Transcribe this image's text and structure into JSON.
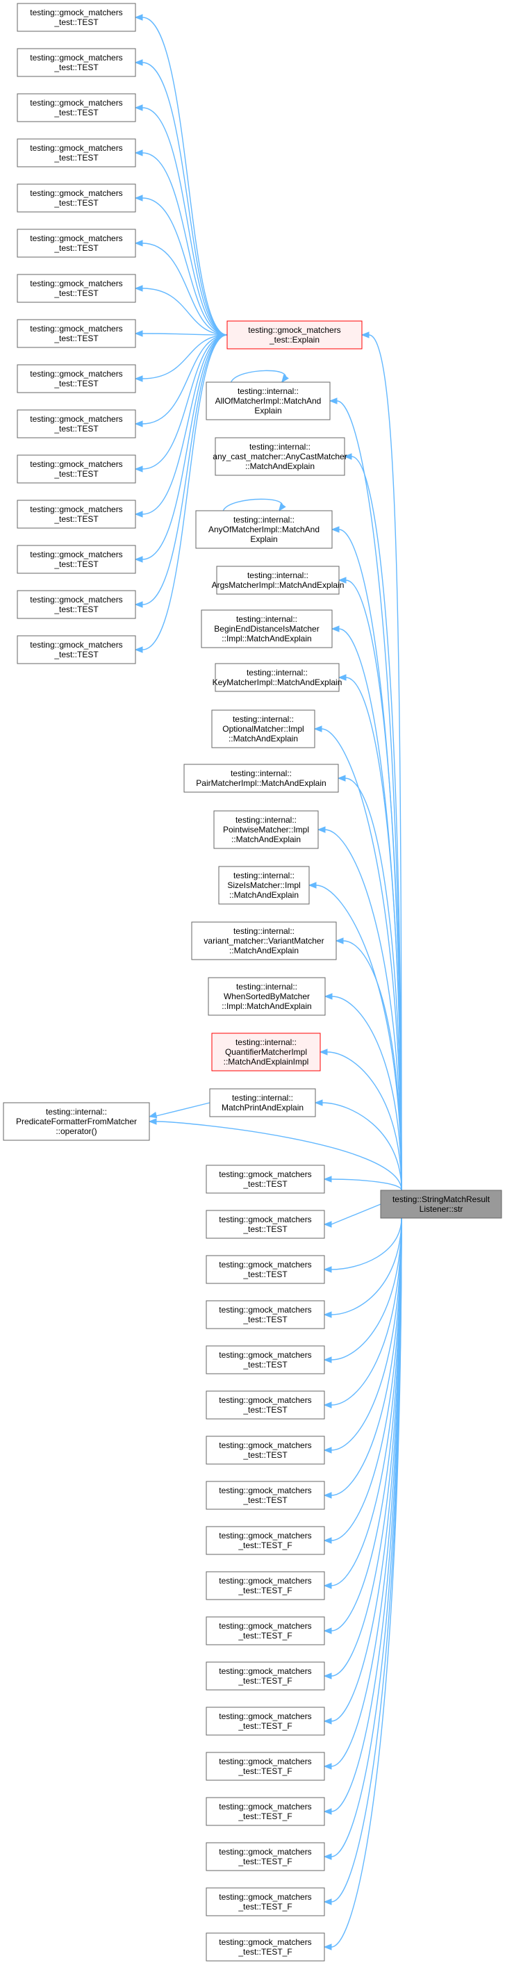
{
  "colors": {
    "edge": "#63b8ff",
    "node_border": "#666666",
    "highlight_border": "#ff0000",
    "highlight_fill": "#fff0f0",
    "target_fill": "#999999"
  },
  "nodes": [
    {
      "id": "t01",
      "lines": [
        "testing::gmock_matchers",
        "_test::TEST"
      ]
    },
    {
      "id": "t02",
      "lines": [
        "testing::gmock_matchers",
        "_test::TEST"
      ]
    },
    {
      "id": "t03",
      "lines": [
        "testing::gmock_matchers",
        "_test::TEST"
      ]
    },
    {
      "id": "t04",
      "lines": [
        "testing::gmock_matchers",
        "_test::TEST"
      ]
    },
    {
      "id": "t05",
      "lines": [
        "testing::gmock_matchers",
        "_test::TEST"
      ]
    },
    {
      "id": "t06",
      "lines": [
        "testing::gmock_matchers",
        "_test::TEST"
      ]
    },
    {
      "id": "t07",
      "lines": [
        "testing::gmock_matchers",
        "_test::TEST"
      ]
    },
    {
      "id": "t08",
      "lines": [
        "testing::gmock_matchers",
        "_test::TEST"
      ]
    },
    {
      "id": "t09",
      "lines": [
        "testing::gmock_matchers",
        "_test::TEST"
      ]
    },
    {
      "id": "t10",
      "lines": [
        "testing::gmock_matchers",
        "_test::TEST"
      ]
    },
    {
      "id": "t11",
      "lines": [
        "testing::gmock_matchers",
        "_test::TEST"
      ]
    },
    {
      "id": "t12",
      "lines": [
        "testing::gmock_matchers",
        "_test::TEST"
      ]
    },
    {
      "id": "t13",
      "lines": [
        "testing::gmock_matchers",
        "_test::TEST"
      ]
    },
    {
      "id": "t14",
      "lines": [
        "testing::gmock_matchers",
        "_test::TEST"
      ]
    },
    {
      "id": "t15",
      "lines": [
        "testing::gmock_matchers",
        "_test::TEST"
      ]
    },
    {
      "id": "explain",
      "lines": [
        "testing::gmock_matchers",
        "_test::Explain"
      ],
      "style": "highlight"
    },
    {
      "id": "allof",
      "lines": [
        "testing::internal::",
        "AllOfMatcherImpl::MatchAnd",
        "Explain"
      ]
    },
    {
      "id": "anycast",
      "lines": [
        "testing::internal::",
        "any_cast_matcher::AnyCastMatcher",
        "::MatchAndExplain"
      ]
    },
    {
      "id": "anyof",
      "lines": [
        "testing::internal::",
        "AnyOfMatcherImpl::MatchAnd",
        "Explain"
      ]
    },
    {
      "id": "args",
      "lines": [
        "testing::internal::",
        "ArgsMatcherImpl::MatchAndExplain"
      ]
    },
    {
      "id": "beginend",
      "lines": [
        "testing::internal::",
        "BeginEndDistanceIsMatcher",
        "::Impl::MatchAndExplain"
      ]
    },
    {
      "id": "key",
      "lines": [
        "testing::internal::",
        "KeyMatcherImpl::MatchAndExplain"
      ]
    },
    {
      "id": "optional",
      "lines": [
        "testing::internal::",
        "OptionalMatcher::Impl",
        "::MatchAndExplain"
      ]
    },
    {
      "id": "pair",
      "lines": [
        "testing::internal::",
        "PairMatcherImpl::MatchAndExplain"
      ]
    },
    {
      "id": "pointwise",
      "lines": [
        "testing::internal::",
        "PointwiseMatcher::Impl",
        "::MatchAndExplain"
      ]
    },
    {
      "id": "sizeis",
      "lines": [
        "testing::internal::",
        "SizeIsMatcher::Impl",
        "::MatchAndExplain"
      ]
    },
    {
      "id": "variant",
      "lines": [
        "testing::internal::",
        "variant_matcher::VariantMatcher",
        "::MatchAndExplain"
      ]
    },
    {
      "id": "whensorted",
      "lines": [
        "testing::internal::",
        "WhenSortedByMatcher",
        "::Impl::MatchAndExplain"
      ]
    },
    {
      "id": "quantifier",
      "lines": [
        "testing::internal::",
        "QuantifierMatcherImpl",
        "::MatchAndExplainImpl"
      ],
      "style": "highlight"
    },
    {
      "id": "matchprint",
      "lines": [
        "testing::internal::",
        "MatchPrintAndExplain"
      ]
    },
    {
      "id": "predicate",
      "lines": [
        "testing::internal::",
        "PredicateFormatterFromMatcher",
        "::operator()"
      ]
    },
    {
      "id": "target",
      "lines": [
        "testing::StringMatchResult",
        "Listener::str"
      ],
      "style": "target"
    },
    {
      "id": "b01",
      "lines": [
        "testing::gmock_matchers",
        "_test::TEST"
      ]
    },
    {
      "id": "b02",
      "lines": [
        "testing::gmock_matchers",
        "_test::TEST"
      ]
    },
    {
      "id": "b03",
      "lines": [
        "testing::gmock_matchers",
        "_test::TEST"
      ]
    },
    {
      "id": "b04",
      "lines": [
        "testing::gmock_matchers",
        "_test::TEST"
      ]
    },
    {
      "id": "b05",
      "lines": [
        "testing::gmock_matchers",
        "_test::TEST"
      ]
    },
    {
      "id": "b06",
      "lines": [
        "testing::gmock_matchers",
        "_test::TEST"
      ]
    },
    {
      "id": "b07",
      "lines": [
        "testing::gmock_matchers",
        "_test::TEST"
      ]
    },
    {
      "id": "b08",
      "lines": [
        "testing::gmock_matchers",
        "_test::TEST"
      ]
    },
    {
      "id": "b09",
      "lines": [
        "testing::gmock_matchers",
        "_test::TEST_F"
      ]
    },
    {
      "id": "b10",
      "lines": [
        "testing::gmock_matchers",
        "_test::TEST_F"
      ]
    },
    {
      "id": "b11",
      "lines": [
        "testing::gmock_matchers",
        "_test::TEST_F"
      ]
    },
    {
      "id": "b12",
      "lines": [
        "testing::gmock_matchers",
        "_test::TEST_F"
      ]
    },
    {
      "id": "b13",
      "lines": [
        "testing::gmock_matchers",
        "_test::TEST_F"
      ]
    },
    {
      "id": "b14",
      "lines": [
        "testing::gmock_matchers",
        "_test::TEST_F"
      ]
    },
    {
      "id": "b15",
      "lines": [
        "testing::gmock_matchers",
        "_test::TEST_F"
      ]
    },
    {
      "id": "b16",
      "lines": [
        "testing::gmock_matchers",
        "_test::TEST_F"
      ]
    },
    {
      "id": "b17",
      "lines": [
        "testing::gmock_matchers",
        "_test::TEST_F"
      ]
    },
    {
      "id": "b18",
      "lines": [
        "testing::gmock_matchers",
        "_test::TEST_F"
      ]
    }
  ],
  "edges": [
    {
      "from": "explain",
      "to": "t01"
    },
    {
      "from": "explain",
      "to": "t02"
    },
    {
      "from": "explain",
      "to": "t03"
    },
    {
      "from": "explain",
      "to": "t04"
    },
    {
      "from": "explain",
      "to": "t05"
    },
    {
      "from": "explain",
      "to": "t06"
    },
    {
      "from": "explain",
      "to": "t07"
    },
    {
      "from": "explain",
      "to": "t08"
    },
    {
      "from": "explain",
      "to": "t09"
    },
    {
      "from": "explain",
      "to": "t10"
    },
    {
      "from": "explain",
      "to": "t11"
    },
    {
      "from": "explain",
      "to": "t12"
    },
    {
      "from": "explain",
      "to": "t13"
    },
    {
      "from": "explain",
      "to": "t14"
    },
    {
      "from": "explain",
      "to": "t15"
    },
    {
      "from": "allof",
      "to": "allof",
      "loop": true
    },
    {
      "from": "anyof",
      "to": "anyof",
      "loop": true
    },
    {
      "from": "matchprint",
      "to": "predicate"
    },
    {
      "from": "target",
      "to": "explain"
    },
    {
      "from": "target",
      "to": "allof"
    },
    {
      "from": "target",
      "to": "anycast"
    },
    {
      "from": "target",
      "to": "anyof"
    },
    {
      "from": "target",
      "to": "args"
    },
    {
      "from": "target",
      "to": "beginend"
    },
    {
      "from": "target",
      "to": "key"
    },
    {
      "from": "target",
      "to": "optional"
    },
    {
      "from": "target",
      "to": "pair"
    },
    {
      "from": "target",
      "to": "pointwise"
    },
    {
      "from": "target",
      "to": "sizeis"
    },
    {
      "from": "target",
      "to": "variant"
    },
    {
      "from": "target",
      "to": "whensorted"
    },
    {
      "from": "target",
      "to": "quantifier"
    },
    {
      "from": "target",
      "to": "matchprint"
    },
    {
      "from": "target",
      "to": "predicate"
    },
    {
      "from": "target",
      "to": "b01"
    },
    {
      "from": "target",
      "to": "b02"
    },
    {
      "from": "target",
      "to": "b03"
    },
    {
      "from": "target",
      "to": "b04"
    },
    {
      "from": "target",
      "to": "b05"
    },
    {
      "from": "target",
      "to": "b06"
    },
    {
      "from": "target",
      "to": "b07"
    },
    {
      "from": "target",
      "to": "b08"
    },
    {
      "from": "target",
      "to": "b09"
    },
    {
      "from": "target",
      "to": "b10"
    },
    {
      "from": "target",
      "to": "b11"
    },
    {
      "from": "target",
      "to": "b12"
    },
    {
      "from": "target",
      "to": "b13"
    },
    {
      "from": "target",
      "to": "b14"
    },
    {
      "from": "target",
      "to": "b15"
    },
    {
      "from": "target",
      "to": "b16"
    },
    {
      "from": "target",
      "to": "b17"
    },
    {
      "from": "target",
      "to": "b18"
    }
  ]
}
